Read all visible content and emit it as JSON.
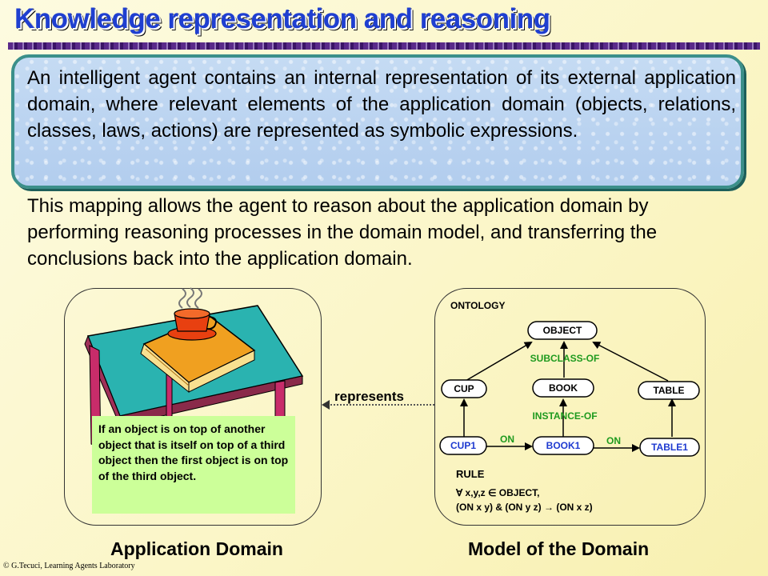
{
  "title": "Knowledge representation and reasoning",
  "callout_text": "An intelligent agent contains an internal representation of its external application domain, where relevant elements of the application domain (objects, relations, classes, laws, actions) are represented as symbolic expressions.",
  "body_text": "This mapping allows the agent to reason about the application domain by performing reasoning processes in the domain model, and transferring the conclusions back into the application domain.",
  "rule_box_text": "If an object is on top of another object that is itself on top of a third object then the first object is on top of the third object.",
  "represents_label": "represents",
  "ontology": {
    "heading": "ONTOLOGY",
    "nodes": {
      "object": "OBJECT",
      "cup": "CUP",
      "book": "BOOK",
      "table": "TABLE",
      "cup1": "CUP1",
      "book1": "BOOK1",
      "table1": "TABLE1"
    },
    "relations": {
      "subclass_of": "SUBCLASS-OF",
      "instance_of": "INSTANCE-OF",
      "on_1": "ON",
      "on_2": "ON"
    },
    "rule": {
      "heading": "RULE",
      "line1": "∀ x,y,z ∈ OBJECT,",
      "line2": "(ON x y) & (ON  y z) → (ON x z)"
    }
  },
  "captions": {
    "left": "Application Domain",
    "right": "Model of the Domain"
  },
  "footer": "© G.Tecuci, Learning Agents Laboratory",
  "colors": {
    "title_blue": "#1f3fd0",
    "callout_bg": "#b2cdee",
    "callout_border": "#3b8f8a",
    "rule_box_bg": "#ccff99",
    "relation_green": "#1e9a1e",
    "instance_blue": "#1e3ad0"
  },
  "icons": [
    "steam-icon",
    "cup-icon",
    "book-icon",
    "table-icon"
  ]
}
